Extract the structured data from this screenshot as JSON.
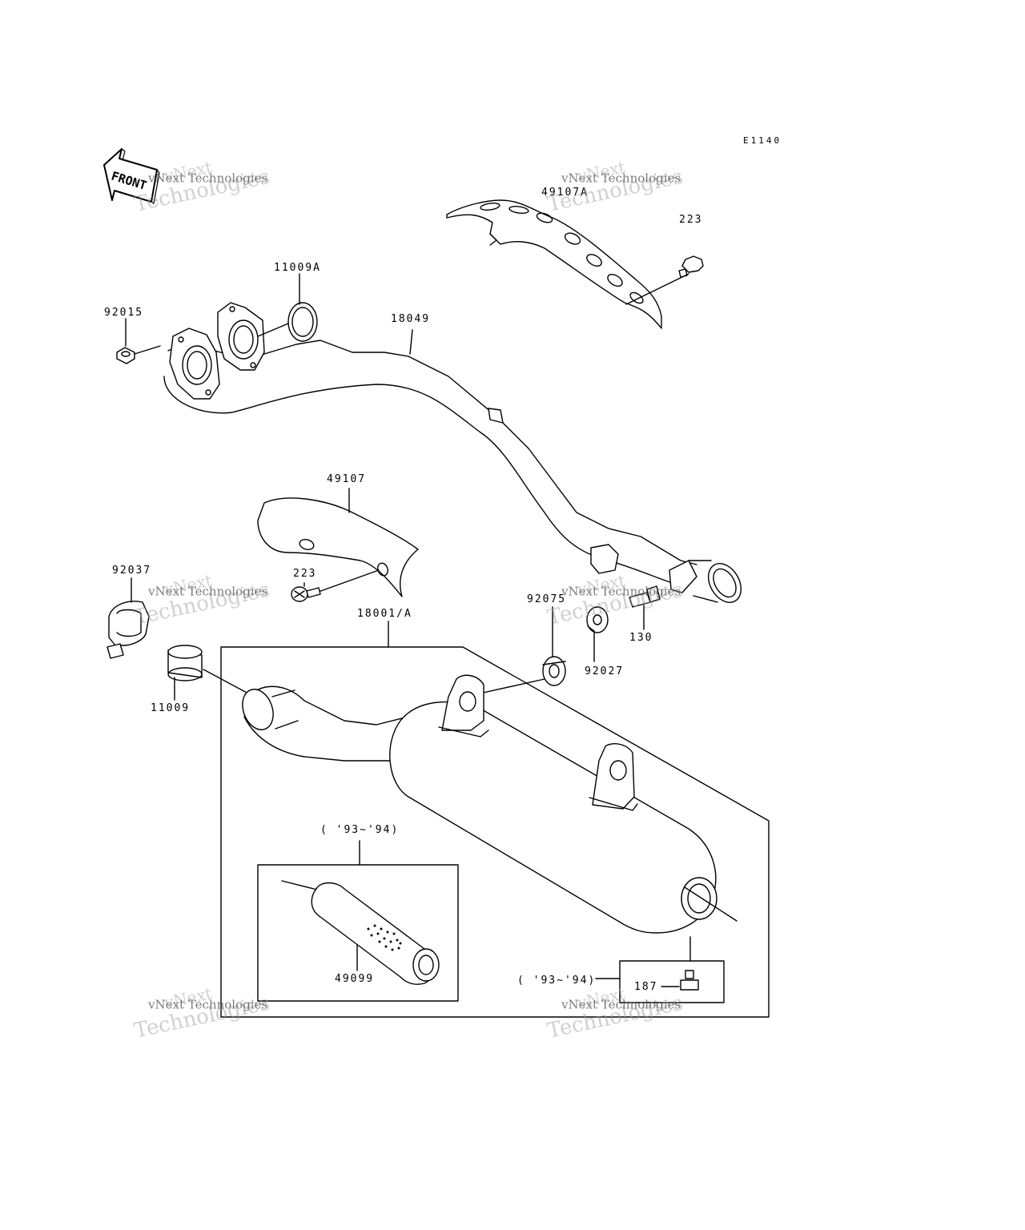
{
  "diagram": {
    "code": "E1140",
    "front_label": "FRONT",
    "watermark": {
      "line1": "vNext",
      "line2": "vNext Technologies",
      "line3": "Technologies"
    },
    "parts": {
      "p49107A": "49107A",
      "p223a": "223",
      "p11009A": "11009A",
      "p92015": "92015",
      "p18049": "18049",
      "p49107": "49107",
      "p92037": "92037",
      "p223b": "223",
      "p18001A": "18001/A",
      "p92075": "92075",
      "p130": "130",
      "p92027": "92027",
      "p11009": "11009",
      "p93_94a": "( '93~'94)",
      "p49099": "49099",
      "p93_94b": "( '93~'94)",
      "p187": "187"
    }
  }
}
